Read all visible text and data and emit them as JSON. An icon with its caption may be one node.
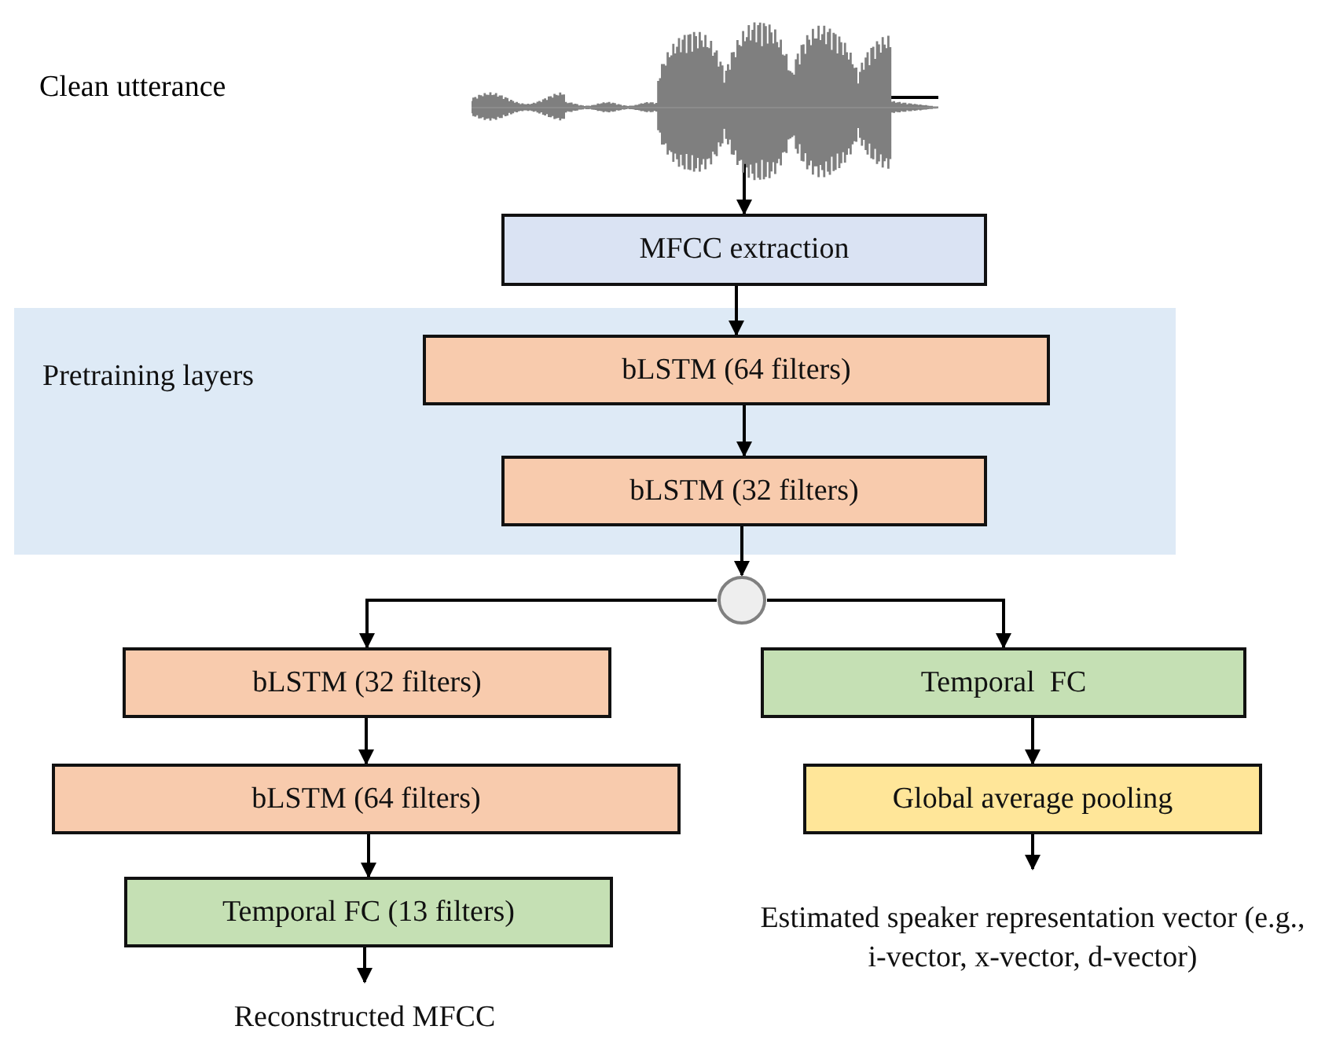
{
  "diagram": {
    "nodes": [
      {
        "text": [],
        "shape": "picture"
      },
      {
        "text": [
          "MFCC extraction"
        ]
      },
      {
        "text": [
          "Pretraining layers"
        ]
      },
      {
        "text": [
          "bLSTM (64 filters)"
        ],
        "in": 2
      },
      {
        "text": [
          "bLSTM (32 filters)"
        ],
        "in": 2
      },
      {
        "text": [],
        "shape": "circle"
      },
      {
        "text": [
          "bLSTM (32 filters)"
        ]
      },
      {
        "text": [
          "bLSTM (64 filters)"
        ]
      },
      {
        "text": [
          "Temporal FC (13 filters)"
        ]
      },
      {
        "text": [
          "Reconstructed MFCC"
        ]
      },
      {
        "text": [
          "Temporal  FC"
        ]
      },
      {
        "text": [
          "Global average pooling"
        ]
      },
      {
        "text": [
          "Estimated speaker representation vector (e.g., i-vector, x-vector, d-vector)"
        ]
      }
    ],
    "edges": [
      {
        "from": 0,
        "to": 1,
        "arrow": "to"
      },
      {
        "from": 1,
        "to": 3,
        "arrow": "to"
      },
      {
        "from": 3,
        "to": 4,
        "arrow": "to"
      },
      {
        "from": 4,
        "to": 5,
        "arrow": "to"
      },
      {
        "from": 5,
        "to": 6,
        "arrow": "to"
      },
      {
        "from": 5,
        "to": 10,
        "arrow": "to"
      },
      {
        "from": 6,
        "to": 7,
        "arrow": "to"
      },
      {
        "from": 7,
        "to": 8,
        "arrow": "to"
      },
      {
        "from": 8,
        "to": 9,
        "arrow": "to"
      },
      {
        "from": 10,
        "to": 11,
        "arrow": "to"
      },
      {
        "from": 11,
        "to": 12,
        "arrow": "to"
      }
    ],
    "labels": [
      "Clean utterance"
    ]
  }
}
